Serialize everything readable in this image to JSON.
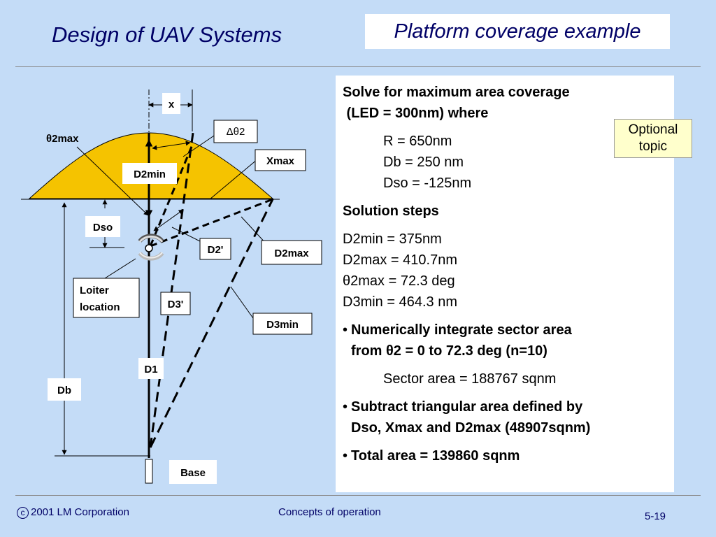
{
  "header": {
    "title": "Design of UAV Systems",
    "slide_title": "Platform coverage example"
  },
  "diagram": {
    "labels": {
      "x": "x",
      "dtheta2": "Δθ2",
      "theta2max": "θ2max",
      "xmax": "Xmax",
      "d2min": "D2min",
      "dso": "Dso",
      "d2prime": "D2'",
      "d2max": "D2max",
      "loiter": [
        "Loiter",
        "location"
      ],
      "d3prime": "D3'",
      "d3min": "D3min",
      "d1": "D1",
      "db": "Db",
      "base": "Base"
    },
    "colors": {
      "coverage_fill": "#f5c300",
      "box_fill": "#ffffff"
    }
  },
  "solution": {
    "heading_line1": "Solve for maximum area coverage",
    "heading_line2": " (LED = 300nm) where",
    "given": [
      "R = 650nm",
      "Db = 250 nm",
      "Dso = -125nm"
    ],
    "steps_heading": "Solution steps",
    "results": [
      "D2min = 375nm",
      "D2max = 410.7nm",
      "θ2max = 72.3 deg",
      "D3min = 464.3 nm"
    ],
    "bullet1_line1": "Numerically integrate sector area",
    "bullet1_line2": "from θ2 = 0 to 72.3 deg (n=10)",
    "sector_area": "Sector area = 188767 sqnm",
    "bullet2_line1": "Subtract triangular area defined by",
    "bullet2_line2": "Dso, Xmax and D2max (48907sqnm)",
    "bullet3": "Total area = 139860 sqnm",
    "bullet_char": "•"
  },
  "optional": [
    "Optional",
    "topic"
  ],
  "footer": {
    "copyright_symbol": "c",
    "copyright": "2001 LM Corporation",
    "center": "Concepts of operation",
    "page": "5-19"
  }
}
